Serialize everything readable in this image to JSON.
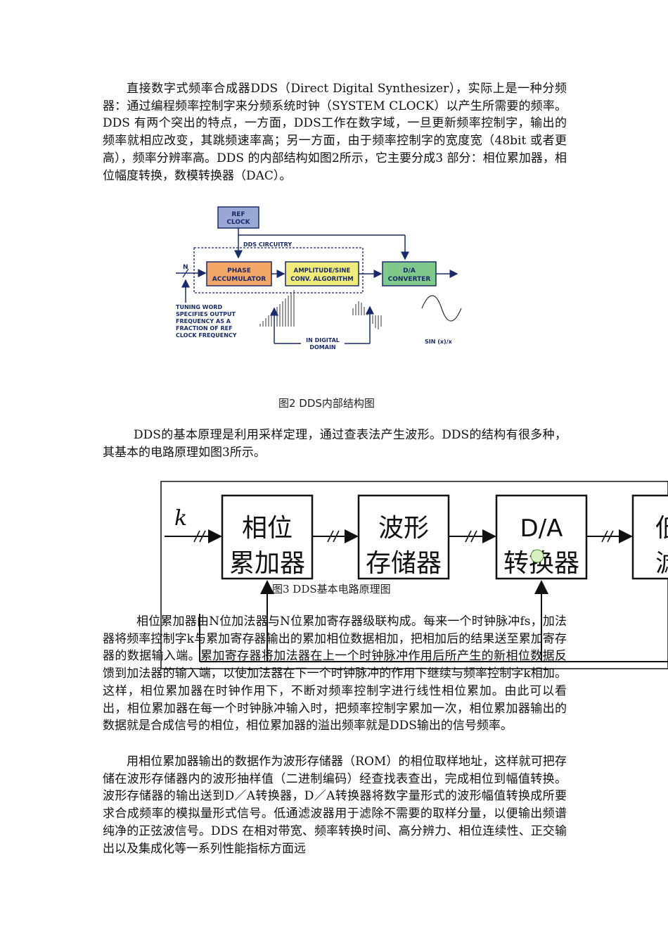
{
  "paragraphs": {
    "p1": "直接数字式频率合成器DDS（Direct Digital Synthesizer），实际上是一种分频器：通过编程频率控制字来分频系统时钟（SYSTEM CLOCK）以产生所需要的频率。DDS 有两个突出的特点，一方面，DDS工作在数字域，一旦更新频率控制字，输出的频率就相应改变，其跳频速率高；另一方面，由于频率控制字的宽度宽（48bit 或者更高），频率分辨率高。DDS 的内部结构如图2所示，它主要分成3 部分：相位累加器，相位幅度转换，数模转换器（DAC）。",
    "p2": "DDS的基本原理是利用采样定理，通过查表法产生波形。DDS的结构有很多种，其基本的电路原理如图3所示。",
    "p3": "相位累加器由N位加法器与N位累加寄存器级联构成。每来一个时钟脉冲fs，加法器将频率控制字k与累加寄存器输出的累加相位数据相加，把相加后的结果送至累加寄存器的数据输入端。累加寄存器将加法器在上一个时钟脉冲作用后所产生的新相位数据反馈到加法器的输入端，以使加法器在下一个时钟脉冲的作用下继续与频率控制字k相加。这样，相位累加器在时钟作用下，不断对频率控制字进行线性相位累加。由此可以看出，相位累加器在每一个时钟脉冲输入时，把频率控制字累加一次，相位累加器输出的数据就是合成信号的相位，相位累加器的溢出频率就是DDS输出的信号频率。",
    "p4": "用相位累加器输出的数据作为波形存储器（ROM）的相位取样地址，这样就可把存储在波形存储器内的波形抽样值（二进制编码）经查找表查出，完成相位到幅值转换。波形存储器的输出送到D／A转换器，D／A转换器将数字量形式的波形幅值转换成所要求合成频率的模拟量形式信号。低通滤波器用于滤除不需要的取样分量，以便输出频谱纯净的正弦波信号。DDS 在相对带宽、频率转换时间、高分辨力、相位连续性、正交输出以及集成化等一系列性能指标方面远"
  },
  "fig2": {
    "caption": "图2 DDS内部结构图",
    "ref_clock_1": "REF",
    "ref_clock_2": "CLOCK",
    "dds_circuitry": "DDS CIRCUITRY",
    "n_label": "N",
    "phase_acc_1": "PHASE",
    "phase_acc_2": "ACCUMULATOR",
    "amp_1": "AMPLITUDE/SINE",
    "amp_2": "CONV. ALGORITHM",
    "da_1": "D/A",
    "da_2": "CONVERTER",
    "tuning_1": "TUNING WORD",
    "tuning_2": "SPECIFIES OUTPUT",
    "tuning_3": "FREQUENCY AS A",
    "tuning_4": "FRACTION OF REF",
    "tuning_5": "CLOCK FREQUENCY",
    "digital_1": "IN DIGITAL",
    "digital_2": "DOMAIN",
    "sinx": "SIN (x)/x"
  },
  "fig3": {
    "caption": "图3 DDS基本电路原理图",
    "k_label": "k",
    "acc_1": "相位",
    "acc_2": "累加器",
    "wave_1": "波形",
    "wave_2": "存储器",
    "da_1": "D/A",
    "da_2": "转换器",
    "lpf_1": "低",
    "lpf_2": "滤"
  },
  "colors": {
    "ref_clock_fill": "#9aa8d6",
    "phase_fill": "#f2a766",
    "amp_fill": "#f0ec7a",
    "da_fill": "#7fc98a",
    "arrow_blue": "#1a2a6c"
  }
}
